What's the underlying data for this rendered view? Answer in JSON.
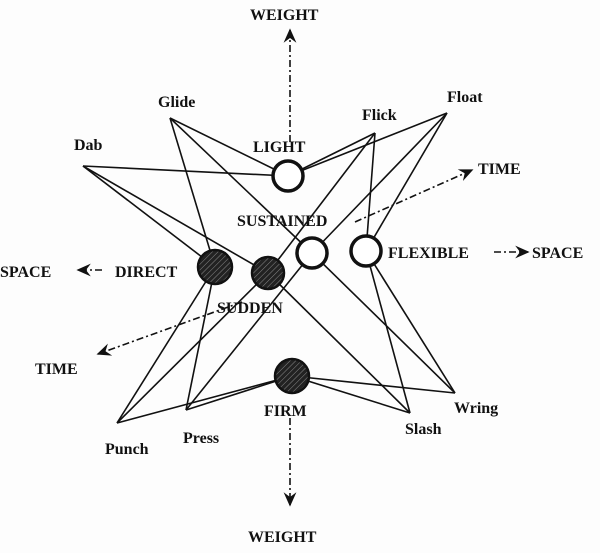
{
  "axes": {
    "weight_top": "WEIGHT",
    "weight_bottom": "WEIGHT",
    "space_left": "SPACE",
    "space_right": "SPACE",
    "time_upper": "TIME",
    "time_lower": "TIME"
  },
  "efforts": {
    "light": "LIGHT",
    "sustained": "SUSTAINED",
    "flexible": "FLEXIBLE",
    "direct": "DIRECT",
    "sudden": "SUDDEN",
    "firm": "FIRM"
  },
  "actions": {
    "glide": "Glide",
    "dab": "Dab",
    "flick": "Flick",
    "float": "Float",
    "punch": "Punch",
    "press": "Press",
    "slash": "Slash",
    "wring": "Wring"
  },
  "connections": [
    [
      "glide",
      "light"
    ],
    [
      "glide",
      "sustained"
    ],
    [
      "glide",
      "direct"
    ],
    [
      "dab",
      "light"
    ],
    [
      "dab",
      "direct"
    ],
    [
      "dab",
      "sudden"
    ],
    [
      "flick",
      "light"
    ],
    [
      "flick",
      "sudden"
    ],
    [
      "flick",
      "flexible"
    ],
    [
      "float",
      "light"
    ],
    [
      "float",
      "sustained"
    ],
    [
      "float",
      "flexible"
    ],
    [
      "punch",
      "firm"
    ],
    [
      "punch",
      "sudden"
    ],
    [
      "punch",
      "direct"
    ],
    [
      "press",
      "firm"
    ],
    [
      "press",
      "sustained"
    ],
    [
      "press",
      "direct"
    ],
    [
      "slash",
      "firm"
    ],
    [
      "slash",
      "sudden"
    ],
    [
      "slash",
      "flexible"
    ],
    [
      "wring",
      "firm"
    ],
    [
      "wring",
      "sustained"
    ],
    [
      "wring",
      "flexible"
    ]
  ]
}
